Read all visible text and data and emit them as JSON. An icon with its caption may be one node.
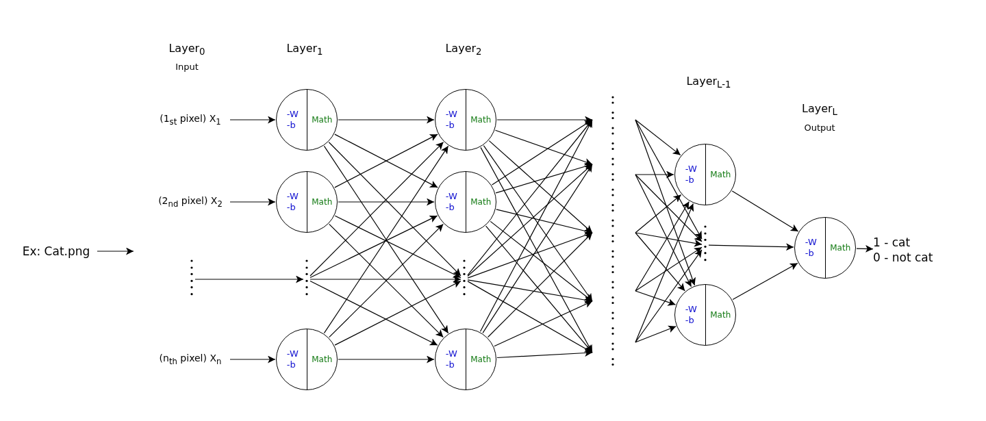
{
  "diagram": {
    "nodes": [
      {
        "text": [
          "Ex: Cat.png"
        ]
      },
      {
        "text": [
          "(1$_{st}$ pixel) X$_{1}$"
        ]
      },
      {
        "text": [
          "(2$_{nd}$ pixel) X$_{2}$"
        ]
      },
      {
        "text": [],
        "shape": "dots"
      },
      {
        "text": [
          "(n$_{th}$ pixel) X$_{n}$"
        ]
      },
      {
        "text": [
          "-W -b",
          "Math"
        ]
      },
      {
        "text": [
          "-W -b",
          "Math"
        ]
      },
      {
        "text": [],
        "shape": "dots"
      },
      {
        "text": [
          "-W -b",
          "Math"
        ]
      },
      {
        "text": [
          "-W -b",
          "Math"
        ]
      },
      {
        "text": [
          "-W -b",
          "Math"
        ]
      },
      {
        "text": [],
        "shape": "dots"
      },
      {
        "text": [
          "-W -b",
          "Math"
        ]
      },
      {
        "text": [
          "-W -b",
          "Math"
        ]
      },
      {
        "text": [],
        "shape": "dots"
      },
      {
        "text": [
          "-W -b",
          "Math"
        ]
      },
      {
        "text": [
          "-W -b",
          "Math"
        ]
      },
      {
        "text": [
          "1 - cat",
          "0 - not cat"
        ]
      }
    ],
    "edges": [
      {
        "from": 0,
        "to": null,
        "arrow": "to"
      },
      {
        "from": 1,
        "to": 5,
        "arrow": "to"
      },
      {
        "from": 2,
        "to": 6,
        "arrow": "to"
      },
      {
        "from": 3,
        "to": 7,
        "arrow": "to"
      },
      {
        "from": 4,
        "to": 8,
        "arrow": "to"
      },
      {
        "from": 5,
        "to": 9,
        "arrow": "to"
      },
      {
        "from": 5,
        "to": 10,
        "arrow": "to"
      },
      {
        "from": 5,
        "to": 11,
        "arrow": "to"
      },
      {
        "from": 5,
        "to": 12,
        "arrow": "to"
      },
      {
        "from": 6,
        "to": 9,
        "arrow": "to"
      },
      {
        "from": 6,
        "to": 10,
        "arrow": "to"
      },
      {
        "from": 6,
        "to": 11,
        "arrow": "to"
      },
      {
        "from": 6,
        "to": 12,
        "arrow": "to"
      },
      {
        "from": 7,
        "to": 9,
        "arrow": "to"
      },
      {
        "from": 7,
        "to": 10,
        "arrow": "to"
      },
      {
        "from": 7,
        "to": 11,
        "arrow": "to"
      },
      {
        "from": 7,
        "to": 12,
        "arrow": "to"
      },
      {
        "from": 8,
        "to": 9,
        "arrow": "to"
      },
      {
        "from": 8,
        "to": 10,
        "arrow": "to"
      },
      {
        "from": 8,
        "to": 11,
        "arrow": "to"
      },
      {
        "from": 8,
        "to": 12,
        "arrow": "to"
      },
      {
        "from": 9,
        "to": null,
        "arrow": "to"
      },
      {
        "from": 9,
        "to": null,
        "arrow": "to"
      },
      {
        "from": 9,
        "to": null,
        "arrow": "to"
      },
      {
        "from": 9,
        "to": null,
        "arrow": "to"
      },
      {
        "from": 9,
        "to": null,
        "arrow": "to"
      },
      {
        "from": 10,
        "to": null,
        "arrow": "to"
      },
      {
        "from": 10,
        "to": null,
        "arrow": "to"
      },
      {
        "from": 10,
        "to": null,
        "arrow": "to"
      },
      {
        "from": 10,
        "to": null,
        "arrow": "to"
      },
      {
        "from": 10,
        "to": null,
        "arrow": "to"
      },
      {
        "from": 11,
        "to": null,
        "arrow": "to"
      },
      {
        "from": 11,
        "to": null,
        "arrow": "to"
      },
      {
        "from": 11,
        "to": null,
        "arrow": "to"
      },
      {
        "from": 11,
        "to": null,
        "arrow": "to"
      },
      {
        "from": 11,
        "to": null,
        "arrow": "to"
      },
      {
        "from": 12,
        "to": null,
        "arrow": "to"
      },
      {
        "from": 12,
        "to": null,
        "arrow": "to"
      },
      {
        "from": 12,
        "to": null,
        "arrow": "to"
      },
      {
        "from": 12,
        "to": null,
        "arrow": "to"
      },
      {
        "from": 12,
        "to": null,
        "arrow": "to"
      },
      {
        "from": null,
        "to": 13,
        "arrow": "to"
      },
      {
        "from": null,
        "to": 13,
        "arrow": "to"
      },
      {
        "from": null,
        "to": 13,
        "arrow": "to"
      },
      {
        "from": null,
        "to": 13,
        "arrow": "to"
      },
      {
        "from": null,
        "to": 13,
        "arrow": "to"
      },
      {
        "from": null,
        "to": 14,
        "arrow": "to"
      },
      {
        "from": null,
        "to": 14,
        "arrow": "to"
      },
      {
        "from": null,
        "to": 14,
        "arrow": "to"
      },
      {
        "from": null,
        "to": 14,
        "arrow": "to"
      },
      {
        "from": null,
        "to": 14,
        "arrow": "to"
      },
      {
        "from": null,
        "to": 15,
        "arrow": "to"
      },
      {
        "from": null,
        "to": 15,
        "arrow": "to"
      },
      {
        "from": null,
        "to": 15,
        "arrow": "to"
      },
      {
        "from": null,
        "to": 15,
        "arrow": "to"
      },
      {
        "from": null,
        "to": 15,
        "arrow": "to"
      },
      {
        "from": 13,
        "to": 16,
        "arrow": "to"
      },
      {
        "from": 14,
        "to": 16,
        "arrow": "to"
      },
      {
        "from": 15,
        "to": 16,
        "arrow": "to"
      },
      {
        "from": 16,
        "to": 17,
        "arrow": "to"
      }
    ],
    "labels": [
      "Layer$_{0}$",
      "Input",
      "Layer$_{1}$",
      "Layer$_{2}$",
      "Layer$_{L-1}$",
      "Layer$_{L}$",
      "Output"
    ]
  }
}
